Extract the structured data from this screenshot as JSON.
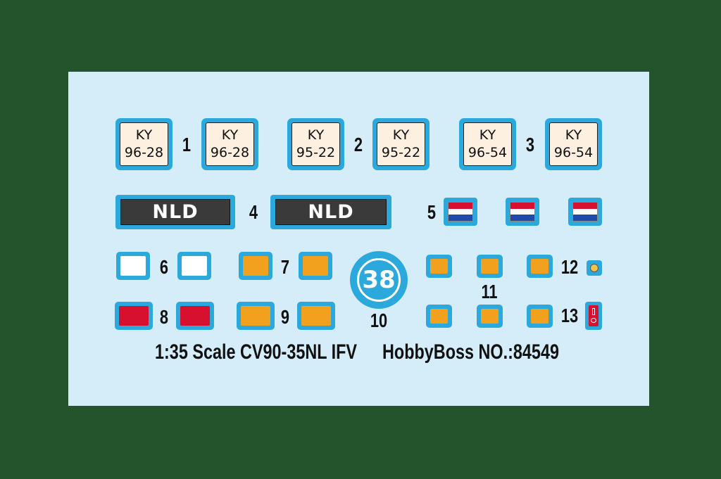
{
  "plates": [
    {
      "top": "KY",
      "bottom": "96-28"
    },
    {
      "top": "KY",
      "bottom": "96-28"
    },
    {
      "top": "KY",
      "bottom": "95-22"
    },
    {
      "top": "KY",
      "bottom": "95-22"
    },
    {
      "top": "KY",
      "bottom": "96-54"
    },
    {
      "top": "KY",
      "bottom": "96-54"
    }
  ],
  "numbers": {
    "n1": "1",
    "n2": "2",
    "n3": "3",
    "n4": "4",
    "n5": "5",
    "n6": "6",
    "n7": "7",
    "n8": "8",
    "n9": "9",
    "n10": "10",
    "n11": "11",
    "n12": "12",
    "n13": "13"
  },
  "nld": [
    "NLD",
    "NLD"
  ],
  "roundel": "38",
  "caption": {
    "scale": "1:35 Scale CV90-35NL IFV",
    "maker": "HobbyBoss NO.:84549"
  },
  "colors": {
    "background": "#23542b",
    "sheet": "#d5edf8",
    "border_blue": "#2ba9dc",
    "plate_fill": "#fdf0e0",
    "orange": "#f2a11f",
    "red": "#d8102f",
    "flag_red": "#d8102f",
    "flag_white": "#ffffff",
    "flag_blue": "#1f4aa8"
  }
}
